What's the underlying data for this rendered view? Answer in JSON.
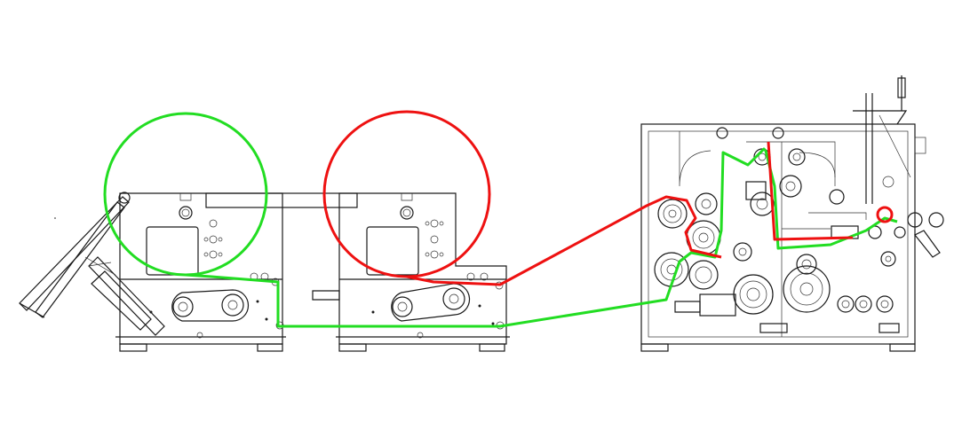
{
  "diagram": {
    "kind": "web-path schematic of an unwind / slitting-rewind machine line",
    "units": [
      "unwind-stand-1",
      "unwind-stand-2",
      "main-machine"
    ]
  },
  "web_paths": [
    {
      "id": "path-a",
      "color": "#22dd22"
    },
    {
      "id": "path-b",
      "color": "#ee1111"
    }
  ],
  "rolls": [
    {
      "id": "roll-a",
      "color": "#22dd22"
    },
    {
      "id": "roll-b",
      "color": "#ee1111"
    }
  ],
  "colors": {
    "line": "#1a1a1a",
    "green": "#22dd22",
    "red": "#ee1111",
    "background": "#ffffff"
  }
}
